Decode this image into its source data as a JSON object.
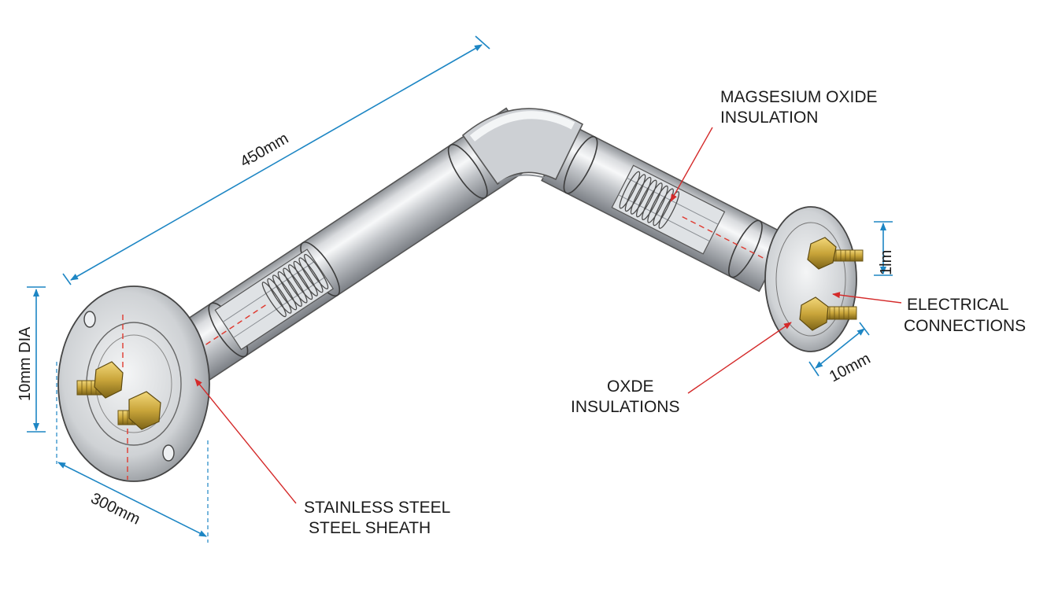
{
  "colors": {
    "dimension": "#1d86c4",
    "leader": "#d42a2a",
    "steel": "#c4c7cb",
    "brass": "#c9a53a"
  },
  "labels": {
    "magnesium": [
      "MAGSESIUM OXIDE",
      "INSULATION"
    ],
    "electrical": [
      "ELECTRICAL",
      "CONNECTIONS"
    ],
    "oxide": [
      "OXDE",
      "INSULATIONS"
    ],
    "sheath": [
      "STAINLESS STEEL",
      "STEEL SHEATH"
    ]
  },
  "dimensions": {
    "length": "450mm",
    "diameter": "10mm DIA",
    "flange": "300mm",
    "terminal_spacing": "1lm",
    "terminal_length": "10mm"
  }
}
